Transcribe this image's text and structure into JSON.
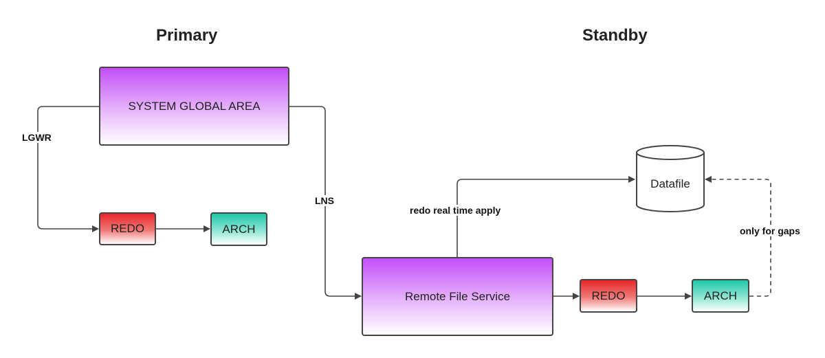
{
  "titles": {
    "primary": "Primary",
    "standby": "Standby"
  },
  "nodes": {
    "sga": "SYSTEM GLOBAL AREA",
    "primary_redo": "REDO",
    "primary_arch": "ARCH",
    "rfs": "Remote File Service",
    "standby_redo": "REDO",
    "standby_arch": "ARCH",
    "datafile": "Datafile"
  },
  "edges": {
    "lgwr": "LGWR",
    "lns": "LNS",
    "redo_apply": "redo real time apply",
    "gaps": "only for gaps"
  },
  "colors": {
    "purple": "#c34ff7",
    "red": "#e8262a",
    "teal": "#1fc7a8",
    "line": "#444444"
  }
}
